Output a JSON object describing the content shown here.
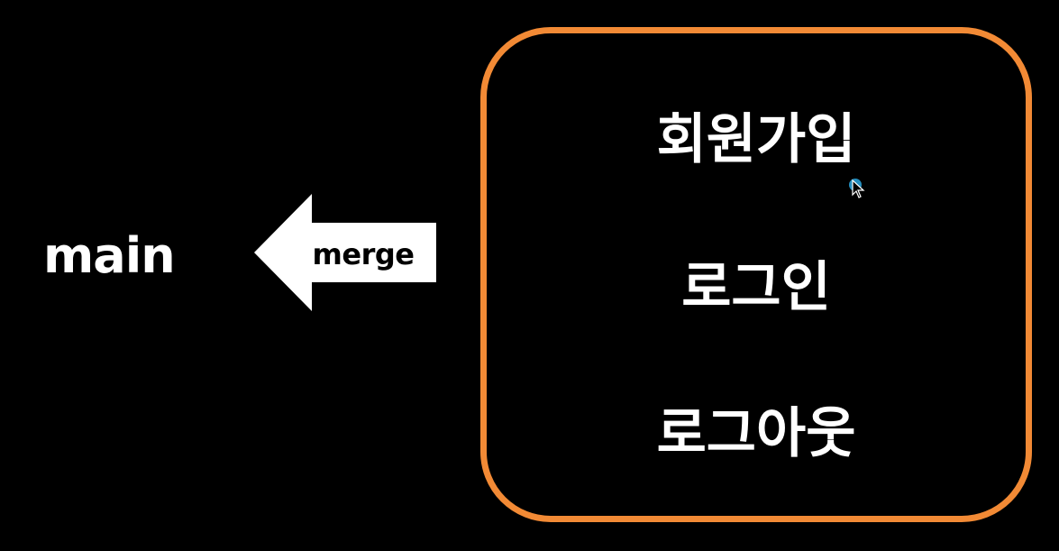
{
  "left_label": "main",
  "arrow": {
    "label": "merge",
    "direction": "left"
  },
  "feature_box": {
    "items": [
      "회원가입",
      "로그인",
      "로그아웃"
    ]
  },
  "colors": {
    "background": "#000000",
    "text": "#ffffff",
    "arrow_fill": "#ffffff",
    "arrow_text": "#000000",
    "box_border": "#f28a35",
    "cursor_highlight": "#2aa7e0"
  },
  "icons": {
    "cursor": "mouse-pointer-icon"
  }
}
